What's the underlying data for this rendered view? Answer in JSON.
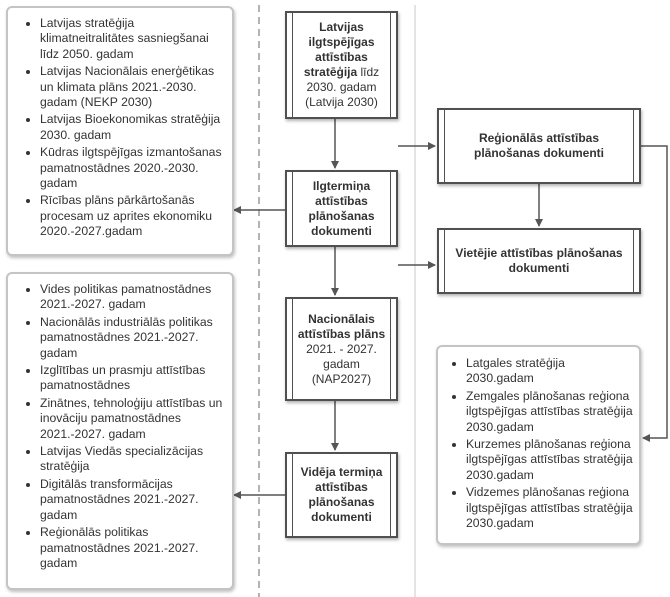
{
  "boxes": {
    "strategy": {
      "bold": "Latvijas ilgtspējīgas attīstības stratēģija",
      "normal": " līdz 2030. gadam (Latvija 2030)"
    },
    "long_term": {
      "bold": "Ilgtermiņa attīstības plānošanas dokumenti"
    },
    "nap": {
      "bold": "Nacionālais attīstības plāns",
      "normal": " 2021. - 2027. gadam (NAP2027)"
    },
    "medium_term": {
      "bold": "Vidēja termiņa attīstības plānošanas dokumenti"
    },
    "regional": {
      "bold": "Reģionālās attīstības plānošanas dokumenti"
    },
    "local": {
      "bold": "Vietējie attīstības plānošanas dokumenti"
    }
  },
  "lists": {
    "long_term_docs": [
      "Latvijas stratēģija klimatneitralitātes sasniegšanai līdz 2050. gadam",
      "Latvijas Nacionālais enerģētikas un klimata plāns 2021.-2030. gadam (NEKP 2030)",
      "Latvijas Bioekonomikas stratēģija 2030. gadam",
      "Kūdras ilgtspējīgas izmantošanas pamatnostādnes 2020.-2030. gadam",
      "Rīcības plāns pārkārtošanās procesam uz aprites ekonomiku 2020.-2027.gadam"
    ],
    "medium_term_docs": [
      "Vides politikas pamatnostādnes 2021.-2027. gadam",
      "Nacionālās industriālās politikas pamatnostādnes 2021.-2027. gadam",
      "Izglītības un prasmju attīstības pamatnostādnes",
      "Zinātnes, tehnoloģiju attīstības un inovāciju pamatnostādnes 2021.-2027. gadam",
      "Latvijas Viedās specializācijas stratēģija",
      "Digitālās transformācijas pamatnostādnes 2021.-2027. gadam",
      "Reģionālās politikas pamatnostādnes 2021.-2027. gadam"
    ],
    "regional_docs": [
      "Latgales stratēģija 2030.gadam",
      "Zemgales plānošanas reģiona ilgtspējīgas attīstības stratēģija 2030.gadam",
      "Kurzemes plānošanas reģiona ilgtspējīgas attīstības stratēģija 2030.gadam",
      "Vidzemes plānošanas reģiona ilgtspējīgas attīstības stratēģija 2030.gadam"
    ]
  }
}
